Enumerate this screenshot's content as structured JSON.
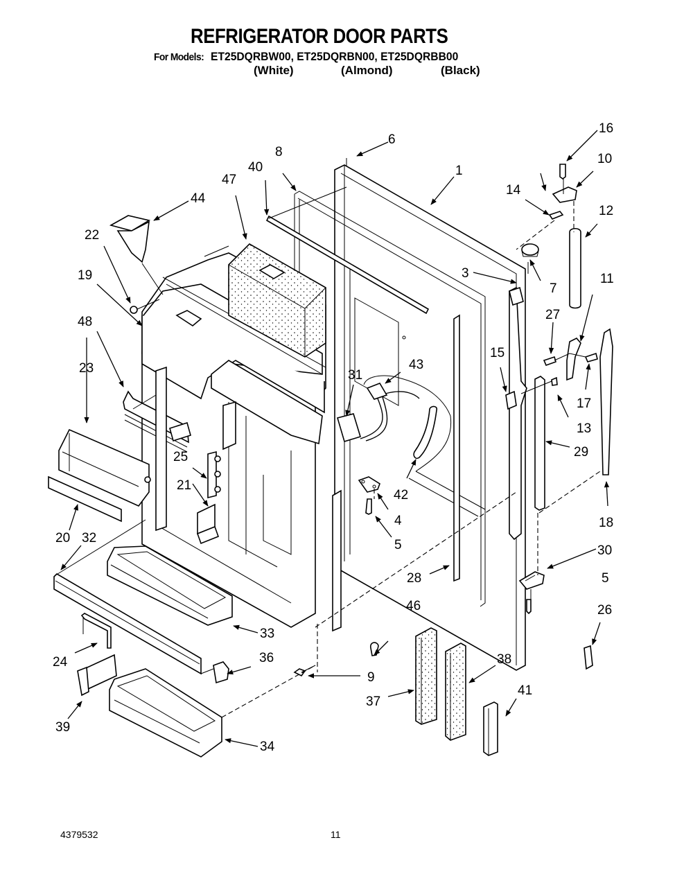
{
  "header": {
    "title": "REFRIGERATOR DOOR PARTS",
    "models_label": "For Models:",
    "models": [
      {
        "model": "ET25DQRBW00,",
        "variant": "(White)"
      },
      {
        "model": "ET25DQRBN00,",
        "variant": "(Almond)"
      },
      {
        "model": "ET25DQRBB00",
        "variant": "(Black)"
      }
    ]
  },
  "diagram": {
    "callouts": [
      {
        "id": "1",
        "label": "1"
      },
      {
        "id": "3",
        "label": "3"
      },
      {
        "id": "4",
        "label": "4"
      },
      {
        "id": "5a",
        "label": "5"
      },
      {
        "id": "5b",
        "label": "5"
      },
      {
        "id": "6",
        "label": "6"
      },
      {
        "id": "7",
        "label": "7"
      },
      {
        "id": "8",
        "label": "8"
      },
      {
        "id": "9",
        "label": "9"
      },
      {
        "id": "10",
        "label": "10"
      },
      {
        "id": "11",
        "label": "11"
      },
      {
        "id": "12",
        "label": "12"
      },
      {
        "id": "13",
        "label": "13"
      },
      {
        "id": "14",
        "label": "14"
      },
      {
        "id": "15",
        "label": "15"
      },
      {
        "id": "16",
        "label": "16"
      },
      {
        "id": "17",
        "label": "17"
      },
      {
        "id": "18",
        "label": "18"
      },
      {
        "id": "19",
        "label": "19"
      },
      {
        "id": "20",
        "label": "20"
      },
      {
        "id": "21",
        "label": "21"
      },
      {
        "id": "22",
        "label": "22"
      },
      {
        "id": "23",
        "label": "23"
      },
      {
        "id": "24",
        "label": "24"
      },
      {
        "id": "25",
        "label": "25"
      },
      {
        "id": "26",
        "label": "26"
      },
      {
        "id": "27",
        "label": "27"
      },
      {
        "id": "28",
        "label": "28"
      },
      {
        "id": "29",
        "label": "29"
      },
      {
        "id": "30",
        "label": "30"
      },
      {
        "id": "31",
        "label": "31"
      },
      {
        "id": "32",
        "label": "32"
      },
      {
        "id": "33",
        "label": "33"
      },
      {
        "id": "34",
        "label": "34"
      },
      {
        "id": "36",
        "label": "36"
      },
      {
        "id": "37",
        "label": "37"
      },
      {
        "id": "38",
        "label": "38"
      },
      {
        "id": "39",
        "label": "39"
      },
      {
        "id": "40",
        "label": "40"
      },
      {
        "id": "41",
        "label": "41"
      },
      {
        "id": "42",
        "label": "42"
      },
      {
        "id": "43",
        "label": "43"
      },
      {
        "id": "44",
        "label": "44"
      },
      {
        "id": "46",
        "label": "46"
      },
      {
        "id": "47",
        "label": "47"
      },
      {
        "id": "48",
        "label": "48"
      }
    ]
  },
  "footer": {
    "doc_number": "4379532",
    "page_number": "11"
  }
}
